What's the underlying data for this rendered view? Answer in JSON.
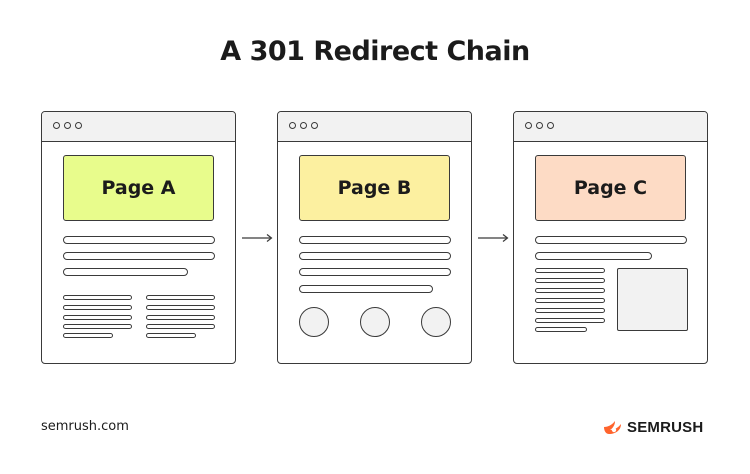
{
  "title": "A 301 Redirect Chain",
  "pages": [
    {
      "label": "Page A",
      "color": "#e8fc8c"
    },
    {
      "label": "Page B",
      "color": "#fcf0a0"
    },
    {
      "label": "Page C",
      "color": "#fddbc5"
    }
  ],
  "colors": {
    "outline": "#3a3a3a",
    "chrome": "#f2f2f2",
    "brand": "#ff642d"
  },
  "footer": {
    "source": "semrush.com",
    "brand_name": "SEMRUSH",
    "brand_icon": "semrush-flame-icon"
  }
}
